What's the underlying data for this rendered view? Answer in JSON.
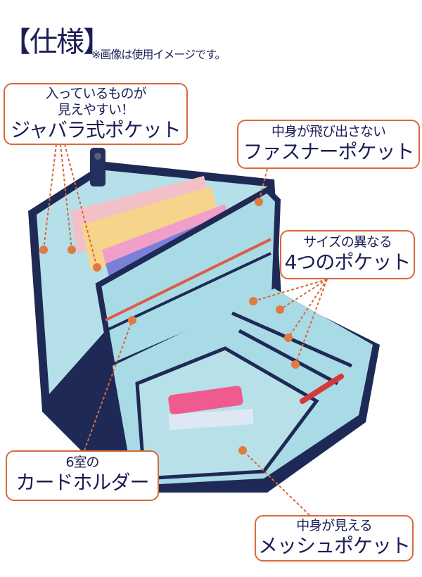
{
  "header": {
    "title": "【仕様】",
    "note": "※画像は使用イメージです。"
  },
  "callouts": [
    {
      "line1": "入っているものが",
      "line2": "見えやすい！",
      "main": "ジャバラ式ポケット"
    },
    {
      "line1": "中身が飛び出さない",
      "main": "ファスナーポケット"
    },
    {
      "line1": "サイズの異なる",
      "main": "4つのポケット"
    },
    {
      "line1": "6室の",
      "main": "カードホルダー"
    },
    {
      "line1": "中身が見える",
      "main": "メッシュポケット"
    }
  ],
  "colors": {
    "accent": "#d9683a",
    "text": "#1b1d55",
    "case": "#1e2a55",
    "lining": "#a9dbe6"
  }
}
